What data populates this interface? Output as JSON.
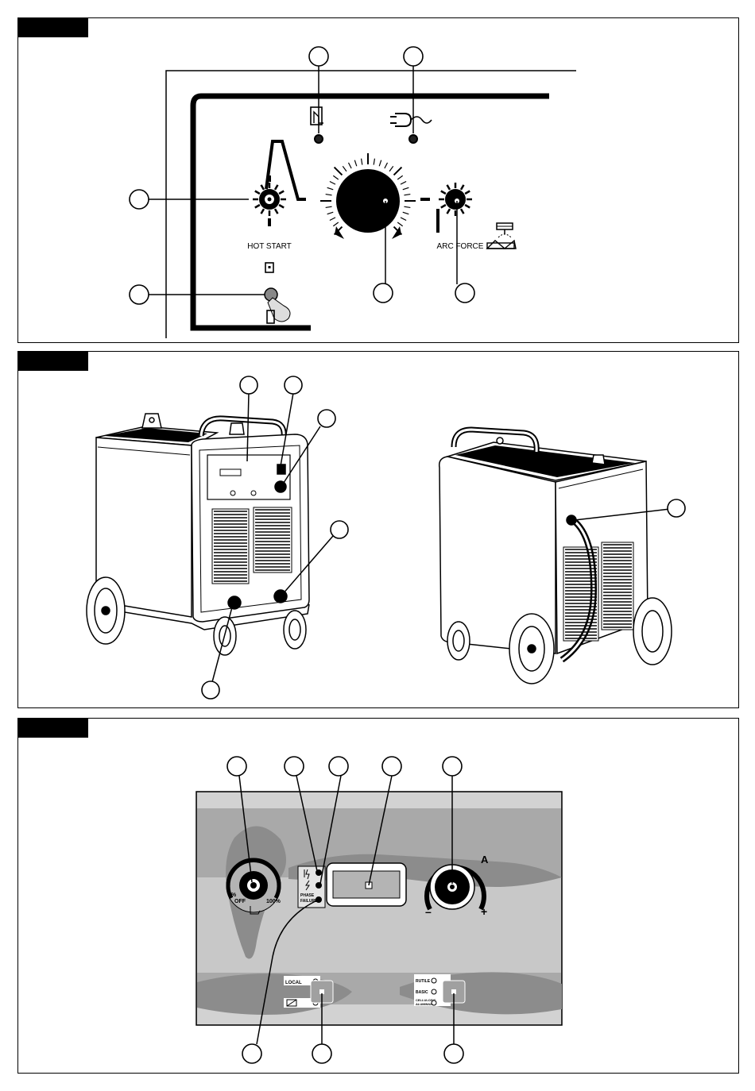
{
  "figure1": {
    "labels": {
      "hot_start": "HOT START",
      "arc_force": "ARC FORCE"
    }
  },
  "figure3": {
    "labels": {
      "pct_low": "1%",
      "off": "OFF",
      "pct_high": "100%",
      "phase_failure_1": "PHASE",
      "phase_failure_2": "FAILURE",
      "amps": "A",
      "minus": "–",
      "plus": "+",
      "local": "LOCAL",
      "rutile": "RUTILE",
      "basic": "BASIC",
      "cellulosic_1": "CELLULOSIC",
      "cellulosic_2": "ALUMINIUM"
    }
  },
  "colors": {
    "ink": "#000000",
    "panel_light": "#c8c8c8",
    "panel_mid": "#a9a9a9",
    "panel_dark": "#8c8c8c"
  }
}
